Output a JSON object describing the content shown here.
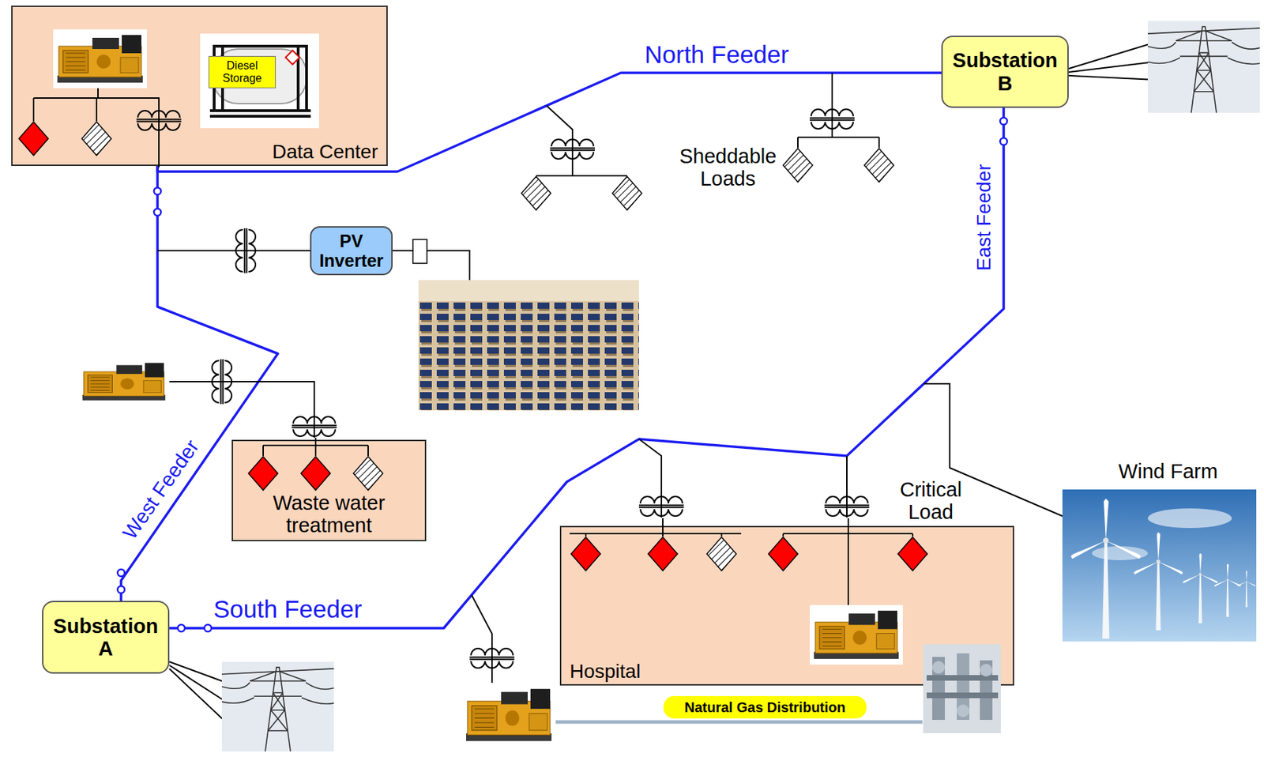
{
  "diagram": {
    "nodes": [
      {
        "text": [
          "Data Center"
        ]
      },
      {
        "text": [
          "Diesel Storage"
        ],
        "in": 0
      },
      {
        "text": [
          "Substation B"
        ]
      },
      {
        "text": [
          "PV Inverter"
        ]
      },
      {
        "text": [
          "Waste water treatment"
        ]
      },
      {
        "text": [
          "Hospital"
        ]
      },
      {
        "text": [
          "Substation A"
        ]
      },
      {
        "text": [
          "Natural Gas Distribution"
        ]
      }
    ],
    "edges": [
      {
        "from": 2,
        "to": 0,
        "arrow": "none",
        "label": "North Feeder"
      },
      {
        "from": 6,
        "to": 0,
        "arrow": "none",
        "label": "West Feeder"
      },
      {
        "from": 6,
        "to": 2,
        "arrow": "none",
        "label": "South Feeder"
      }
    ],
    "labels": [
      "Sheddable Loads",
      "East Feeder",
      "Wind Farm",
      "Critical Load"
    ]
  }
}
